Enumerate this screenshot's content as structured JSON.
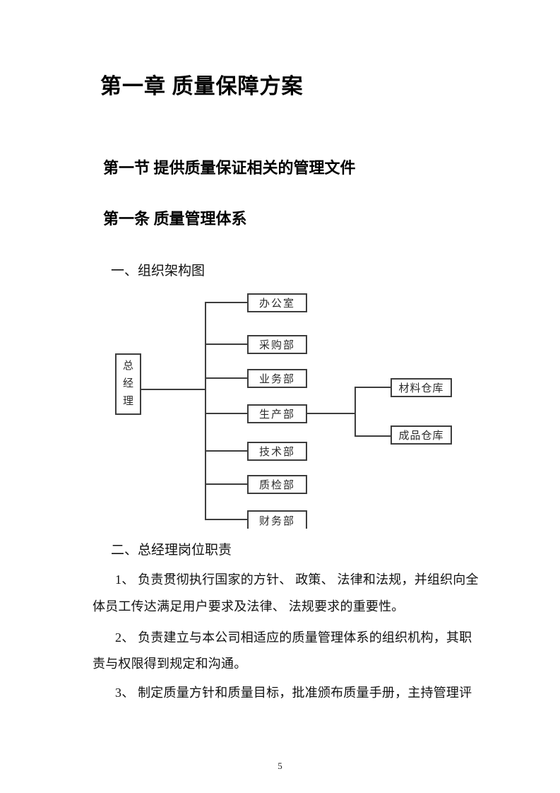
{
  "page": {
    "chapter_title": "第一章 质量保障方案",
    "section_title": "第一节 提供质量保证相关的管理文件",
    "article_title": "第一条 质量管理体系",
    "page_number": "5"
  },
  "list_items": {
    "item1": "一、组织架构图",
    "item2": "二、总经理岗位职责"
  },
  "org_chart": {
    "root": "总经理",
    "root_chars": [
      "总",
      "经",
      "理"
    ],
    "departments": [
      "办公室",
      "采购部",
      "业务部",
      "生产部",
      "技术部",
      "质检部",
      "财务部"
    ],
    "warehouses": [
      "材料仓库",
      "成品仓库"
    ]
  },
  "paragraphs": [
    {
      "lines": [
        "1、 负责贯彻执行国家的方针、 政策、 法律和法规，并组织向全",
        "体员工传达满足用户要求及法律、 法规要求的重要性。"
      ]
    },
    {
      "lines": [
        "2、 负责建立与本公司相适应的质量管理体系的组织机构，其职",
        "责与权限得到规定和沟通。"
      ]
    },
    {
      "lines": [
        "3、 制定质量方针和质量目标，批准颁布质量手册，主持管理评"
      ]
    }
  ]
}
